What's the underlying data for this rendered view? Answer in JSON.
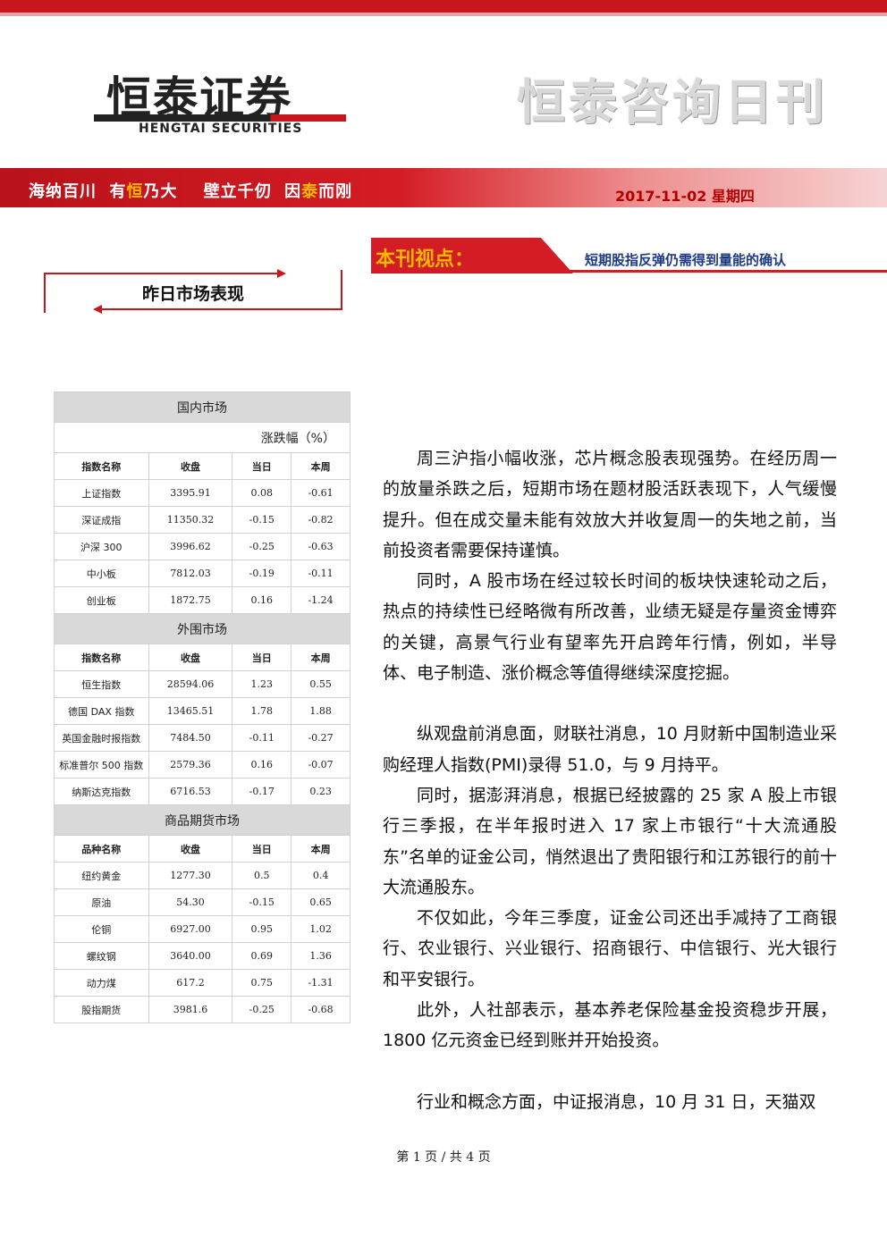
{
  "brand": {
    "logo_cn": "恒泰证券",
    "logo_en": "HENGTAI SECURITIES",
    "daily_title": "恒泰咨询日刊",
    "slogan_a": "海纳百川  有",
    "slogan_hl1": "恒",
    "slogan_b": "乃大    壁立千仞  因",
    "slogan_hl2": "泰",
    "slogan_c": "而刚",
    "date": "2017-11-02  星期四",
    "colors": {
      "brand_red": "#d41c24",
      "gold": "#f6b800",
      "topic_blue": "#1c3b84"
    }
  },
  "viewpoint": {
    "label": "本刊视点：",
    "topic": "短期股指反弹仍需得到量能的确认"
  },
  "market_section": {
    "title": "昨日市场表现"
  },
  "table": {
    "domestic": {
      "title": "国内市场",
      "unit": "涨跌幅（%）",
      "headers": [
        "指数名称",
        "收盘",
        "当日",
        "本周"
      ],
      "rows": [
        [
          "上证指数",
          "3395.91",
          "0.08",
          "-0.61"
        ],
        [
          "深证成指",
          "11350.32",
          "-0.15",
          "-0.82"
        ],
        [
          "沪深 300",
          "3996.62",
          "-0.25",
          "-0.63"
        ],
        [
          "中小板",
          "7812.03",
          "-0.19",
          "-0.11"
        ],
        [
          "创业板",
          "1872.75",
          "0.16",
          "-1.24"
        ]
      ]
    },
    "foreign": {
      "title": "外围市场",
      "headers": [
        "指数名称",
        "收盘",
        "当日",
        "本周"
      ],
      "rows": [
        [
          "恒生指数",
          "28594.06",
          "1.23",
          "0.55"
        ],
        [
          "德国 DAX 指数",
          "13465.51",
          "1.78",
          "1.88"
        ],
        [
          "英国金融时报指数",
          "7484.50",
          "-0.11",
          "-0.27"
        ],
        [
          "标准普尔 500 指数",
          "2579.36",
          "0.16",
          "-0.07"
        ],
        [
          "纳斯达克指数",
          "6716.53",
          "-0.17",
          "0.23"
        ]
      ]
    },
    "commodity": {
      "title": "商品期货市场",
      "headers": [
        "品种名称",
        "收盘",
        "当日",
        "本周"
      ],
      "rows": [
        [
          "纽约黄金",
          "1277.30",
          "0.5",
          "0.4"
        ],
        [
          "原油",
          "54.30",
          "-0.15",
          "0.65"
        ],
        [
          "伦铜",
          "6927.00",
          "0.95",
          "1.02"
        ],
        [
          "螺纹钢",
          "3640.00",
          "0.69",
          "1.36"
        ],
        [
          "动力煤",
          "617.2",
          "0.75",
          "-1.31"
        ],
        [
          "股指期货",
          "3981.6",
          "-0.25",
          "-0.68"
        ]
      ]
    }
  },
  "article": {
    "p1": "周三沪指小幅收涨，芯片概念股表现强势。在经历周一的放量杀跌之后，短期市场在题材股活跃表现下，人气缓慢提升。但在成交量未能有效放大并收复周一的失地之前，当前投资者需要保持谨慎。",
    "p2": "同时，A 股市场在经过较长时间的板块快速轮动之后，热点的持续性已经略微有所改善，业绩无疑是存量资金博弈的关键，高景气行业有望率先开启跨年行情，例如，半导体、电子制造、涨价概念等值得继续深度挖掘。",
    "p3": "纵观盘前消息面，财联社消息，10 月财新中国制造业采购经理人指数(PMI)录得 51.0，与 9 月持平。",
    "p4": "同时，据澎湃消息，根据已经披露的 25 家 A 股上市银行三季报，在半年报时进入 17 家上市银行“十大流通股东”名单的证金公司，悄然退出了贵阳银行和江苏银行的前十大流通股东。",
    "p5": "不仅如此，今年三季度，证金公司还出手减持了工商银行、农业银行、兴业银行、招商银行、中信银行、光大银行和平安银行。",
    "p6": "此外，人社部表示，基本养老保险基金投资稳步开展，1800 亿元资金已经到账并开始投资。",
    "p7": "行业和概念方面，中证报消息，10 月 31 日，天猫双"
  },
  "footer": {
    "page": "第 1 页 / 共 4 页"
  }
}
